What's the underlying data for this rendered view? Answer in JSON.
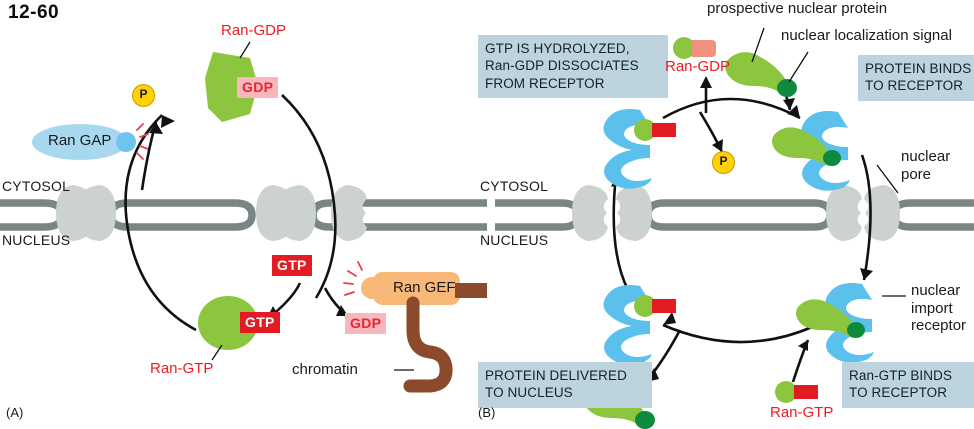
{
  "figure": {
    "number": "12-60",
    "panel_a_label": "(A)",
    "panel_b_label": "(B)"
  },
  "panel_a": {
    "compartments": {
      "cytosol": "CYTOSOL",
      "nucleus": "NUCLEUS"
    },
    "labels": {
      "ran_gdp": "Ran-GDP",
      "ran_gtp": "Ran-GTP",
      "ran_gap": "Ran GAP",
      "ran_gef": "Ran GEF",
      "chromatin": "chromatin"
    },
    "nucleotides": {
      "gdp_on_ran": "GDP",
      "gtp_free": "GTP",
      "gtp_on_ran": "GTP",
      "gdp_released": "GDP"
    },
    "phosphate": "P",
    "colors": {
      "ran_green": "#8cc63e",
      "gtp_red": "#e31b23",
      "gdp_pink": "#f9b6bc",
      "gap_blue": "#a8d8f0",
      "gef_orange": "#f8b878",
      "chromatin_brown": "#8b4a2b",
      "membrane_gray": "#7a8585",
      "pore_gray": "#ccd2cd",
      "phosphate_yellow": "#ffd100",
      "label_red": "#ed1c24"
    }
  },
  "panel_b": {
    "compartments": {
      "cytosol": "CYTOSOL",
      "nucleus": "NUCLEUS"
    },
    "callouts": [
      {
        "id": "top-left",
        "text": "GTP IS HYDROLYZED,\nRan-GDP DISSOCIATES\nFROM RECEPTOR"
      },
      {
        "id": "top-right",
        "text": "PROTEIN BINDS\nTO RECEPTOR"
      },
      {
        "id": "bottom-left",
        "text": "PROTEIN DELIVERED\nTO NUCLEUS"
      },
      {
        "id": "bottom-right",
        "text": "Ran-GTP BINDS\nTO RECEPTOR"
      }
    ],
    "annotations": {
      "prospective_nuclear_protein": "prospective nuclear protein",
      "nuclear_localization_signal": "nuclear localization signal",
      "nuclear_pore": "nuclear\npore",
      "nuclear_import_receptor": "nuclear\nimport\nreceptor"
    },
    "labels": {
      "ran_gdp": "Ran-GDP",
      "ran_gtp": "Ran-GTP"
    },
    "phosphate": "P",
    "colors": {
      "receptor_blue": "#5bc0ec",
      "cargo_green": "#8cc63e",
      "nls_dark_green": "#0e8a3e",
      "gtp_red": "#e31b23",
      "gdp_salmon": "#f0927e",
      "callout_bg": "#bdd3dd",
      "label_red": "#ed1c24"
    }
  }
}
